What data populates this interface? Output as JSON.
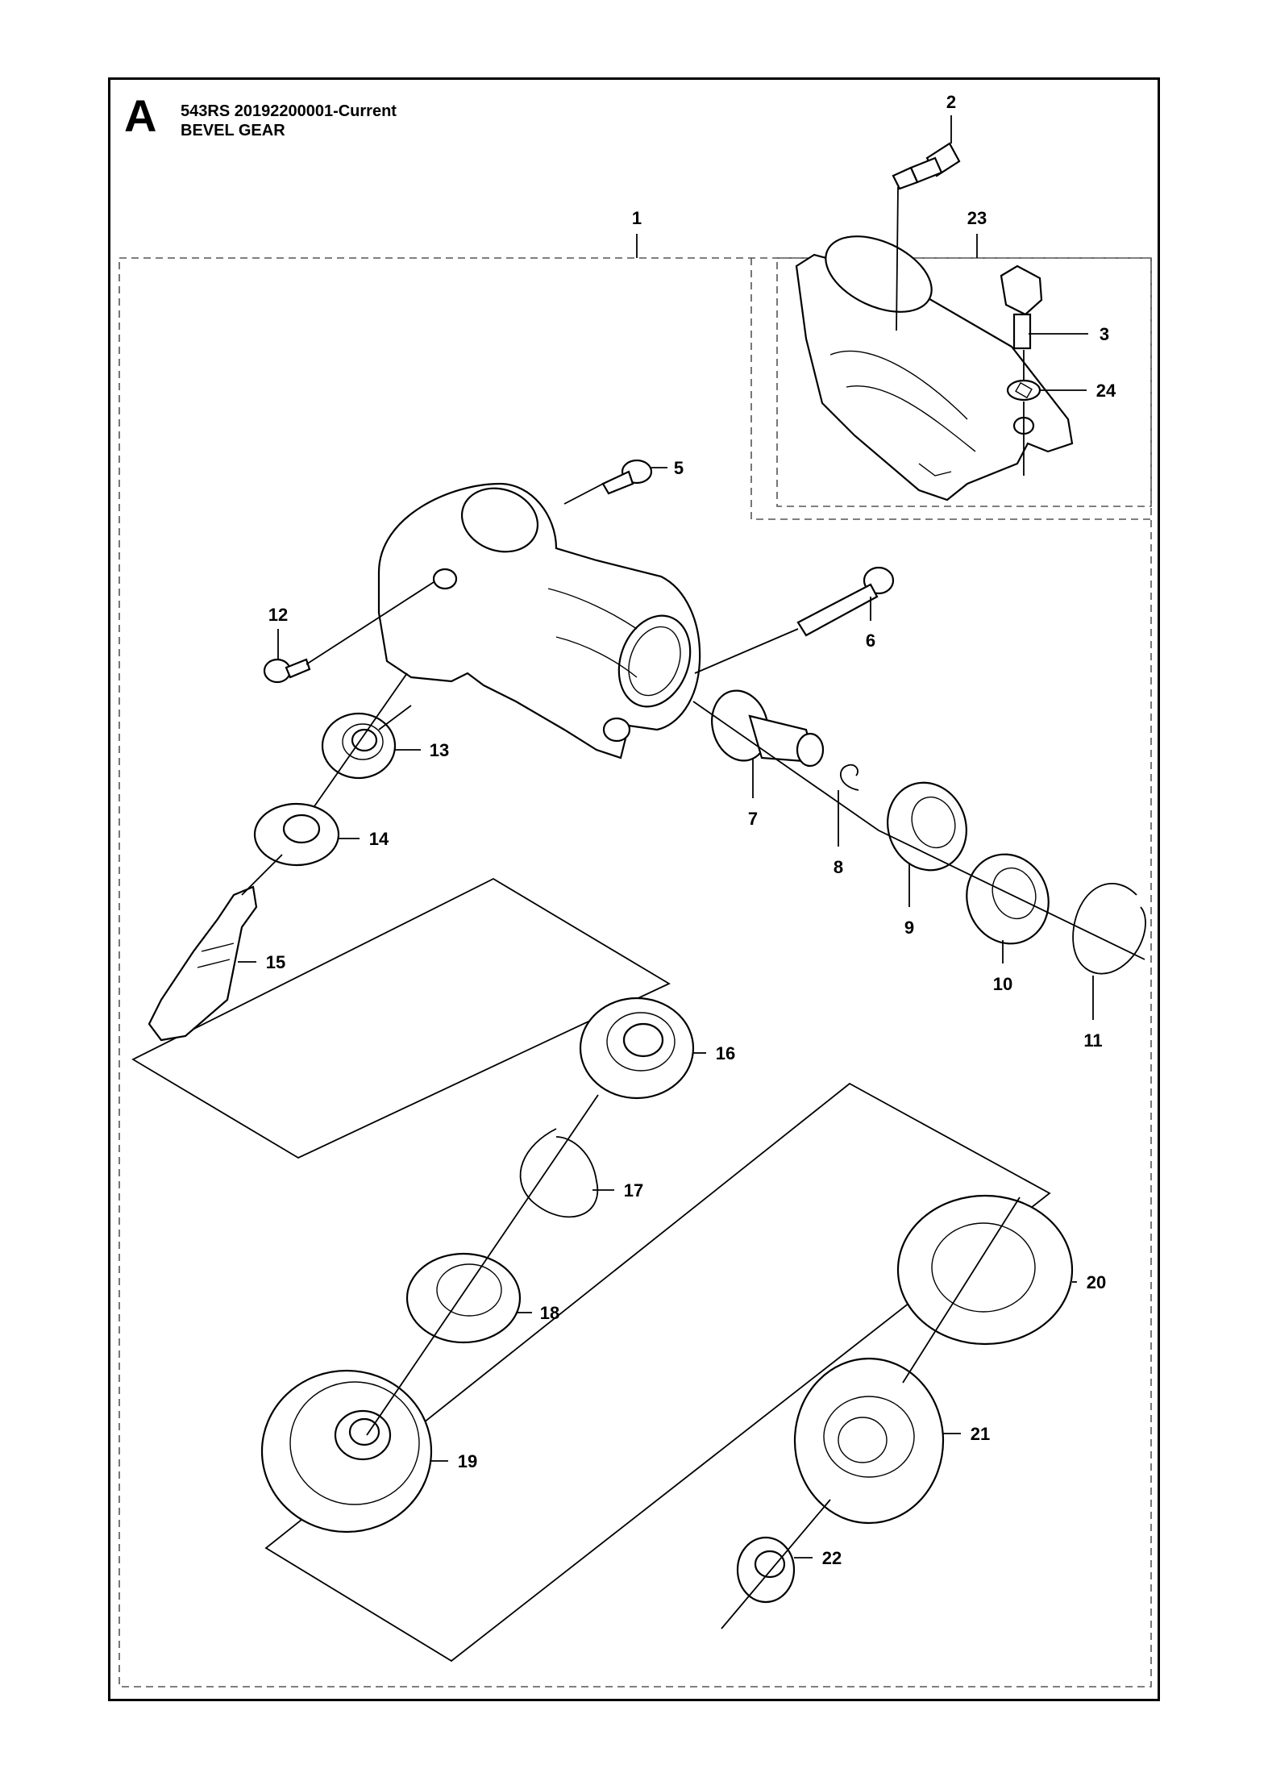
{
  "header": {
    "section_letter": "A",
    "model_line": "543RS  20192200001-Current",
    "title": "BEVEL GEAR"
  },
  "callouts": [
    {
      "id": "c1",
      "label": "1"
    },
    {
      "id": "c2",
      "label": "2"
    },
    {
      "id": "c3",
      "label": "3"
    },
    {
      "id": "c5",
      "label": "5"
    },
    {
      "id": "c6",
      "label": "6"
    },
    {
      "id": "c7",
      "label": "7"
    },
    {
      "id": "c8",
      "label": "8"
    },
    {
      "id": "c9",
      "label": "9"
    },
    {
      "id": "c10",
      "label": "10"
    },
    {
      "id": "c11",
      "label": "11"
    },
    {
      "id": "c12",
      "label": "12"
    },
    {
      "id": "c13",
      "label": "13"
    },
    {
      "id": "c14",
      "label": "14"
    },
    {
      "id": "c15",
      "label": "15"
    },
    {
      "id": "c16",
      "label": "16"
    },
    {
      "id": "c17",
      "label": "17"
    },
    {
      "id": "c18",
      "label": "18"
    },
    {
      "id": "c19",
      "label": "19"
    },
    {
      "id": "c20",
      "label": "20"
    },
    {
      "id": "c21",
      "label": "21"
    },
    {
      "id": "c22",
      "label": "22"
    },
    {
      "id": "c23",
      "label": "23"
    },
    {
      "id": "c24",
      "label": "24"
    }
  ]
}
